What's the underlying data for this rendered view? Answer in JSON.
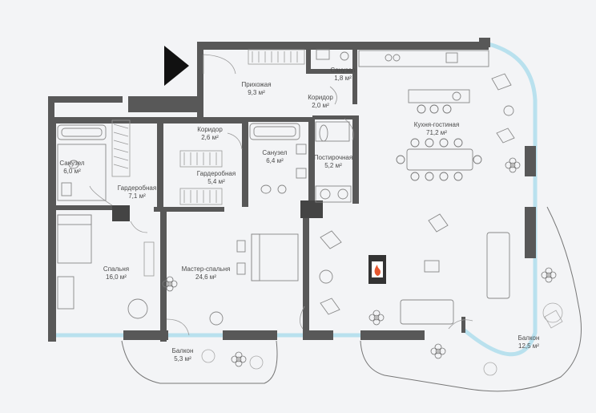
{
  "colors": {
    "background": "#f3f4f6",
    "wall": "#585858",
    "glass": "#b9e1ee",
    "furniture": "#888888",
    "arrow": "#111111",
    "fire": "#e6572f"
  },
  "icons": [
    "entrance-arrow-icon",
    "fireplace-icon",
    "plant-icon",
    "bathtub-icon",
    "toilet-icon",
    "sink-icon",
    "bed-icon",
    "sofa-icon",
    "armchair-icon",
    "dining-table-icon",
    "wardrobe-icon",
    "washing-machine-icon"
  ],
  "rooms": [
    {
      "id": "hall",
      "name": "Прихожая",
      "area": "9,3 м²"
    },
    {
      "id": "bath-small",
      "name": "Санузел",
      "area": "1,8 м²"
    },
    {
      "id": "corridor-1",
      "name": "Коридор",
      "area": "2,0 м²"
    },
    {
      "id": "kitchen-living",
      "name": "Кухня-гостиная",
      "area": "71,2 м²"
    },
    {
      "id": "corridor-2",
      "name": "Коридор",
      "area": "2,6 м²"
    },
    {
      "id": "bath-left",
      "name": "Санузел",
      "area": "6,0 м²"
    },
    {
      "id": "wardrobe-left",
      "name": "Гардеробная",
      "area": "7,1 м²"
    },
    {
      "id": "wardrobe-middle",
      "name": "Гардеробная",
      "area": "5,4 м²"
    },
    {
      "id": "bath-middle",
      "name": "Санузел",
      "area": "6,4 м²"
    },
    {
      "id": "laundry",
      "name": "Постирочная",
      "area": "5,2 м²"
    },
    {
      "id": "bedroom",
      "name": "Спальня",
      "area": "16,0 м²"
    },
    {
      "id": "master-bedroom",
      "name": "Мастер-спальня",
      "area": "24,6 м²"
    },
    {
      "id": "balcony-small",
      "name": "Балкон",
      "area": "5,3 м²"
    },
    {
      "id": "balcony-large",
      "name": "Балкон",
      "area": "12,5 м²"
    }
  ]
}
